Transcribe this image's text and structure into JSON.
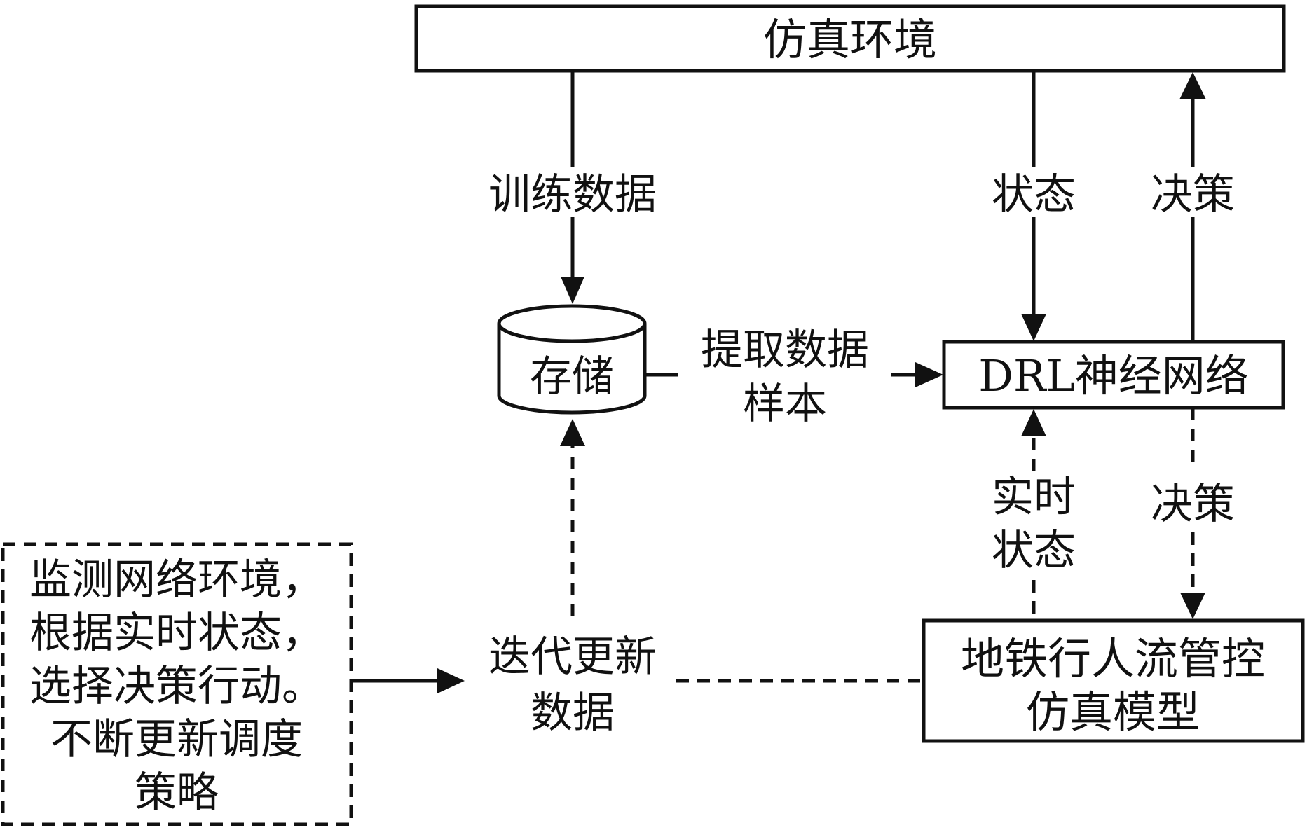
{
  "diagram": {
    "nodes": {
      "sim_env": {
        "label": "仿真环境"
      },
      "storage": {
        "label": "存储"
      },
      "drl": {
        "label": "DRL神经网络"
      },
      "subway_model": {
        "lines": [
          "地铁行人流管控",
          "仿真模型"
        ]
      },
      "iterate": {
        "lines": [
          "迭代更新",
          "数据"
        ]
      },
      "monitor": {
        "lines": [
          "监测网络环境，",
          "根据实时状态，",
          "选择决策行动。",
          "不断更新调度",
          "策略"
        ]
      }
    },
    "edges": {
      "training_data": {
        "label": "训练数据",
        "style": "solid"
      },
      "state": {
        "label": "状态",
        "style": "solid"
      },
      "decision_top": {
        "label": "决策",
        "style": "solid"
      },
      "extract_samples": {
        "lines": [
          "提取数据",
          "样本"
        ],
        "style": "solid"
      },
      "realtime_state": {
        "lines": [
          "实时",
          "状态"
        ],
        "style": "dashed"
      },
      "decision_bottom": {
        "label": "决策",
        "style": "dashed"
      },
      "iterate_to_storage": {
        "style": "dashed"
      },
      "model_to_iterate": {
        "style": "dashed"
      },
      "monitor_to_iterate": {
        "style": "solid"
      }
    },
    "colors": {
      "stroke": "#111111",
      "background": "#ffffff"
    }
  }
}
